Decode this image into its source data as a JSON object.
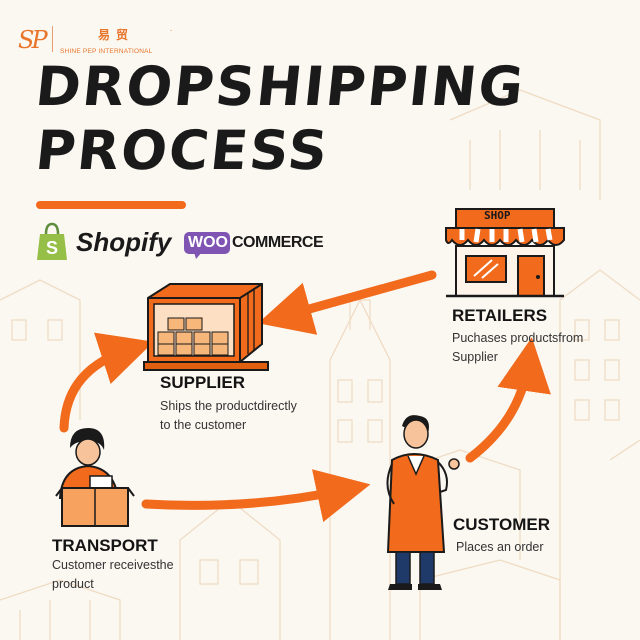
{
  "logo": {
    "monogram": "SP",
    "chinese": "易贸",
    "company": "SHINE PEP INTERNATIONAL",
    "company_suffix": "."
  },
  "title": {
    "line1": "DROPSHIPPING",
    "line2": "PROCESS"
  },
  "platforms": {
    "shopify": "Shopify",
    "woo": "WOO",
    "commerce": "COMMERCE"
  },
  "retailer_sign": "SHOP",
  "nodes": {
    "retailers": {
      "title": "RETAILERS",
      "desc1": "Puchases productsfrom",
      "desc2": "Supplier"
    },
    "supplier": {
      "title": "SUPPLIER",
      "desc1": "Ships the productdirectly",
      "desc2": "to the customer"
    },
    "transport": {
      "title": "TRANSPORT",
      "desc1": "Customer receivesthe",
      "desc2": "product"
    },
    "customer": {
      "title": "CUSTOMER",
      "desc1": "Places an order"
    }
  },
  "colors": {
    "accent": "#f26a1b",
    "dark": "#1a1a1a",
    "shopify": "#95bf47",
    "woo": "#7f54b3",
    "bg": "#fbf7f1"
  }
}
